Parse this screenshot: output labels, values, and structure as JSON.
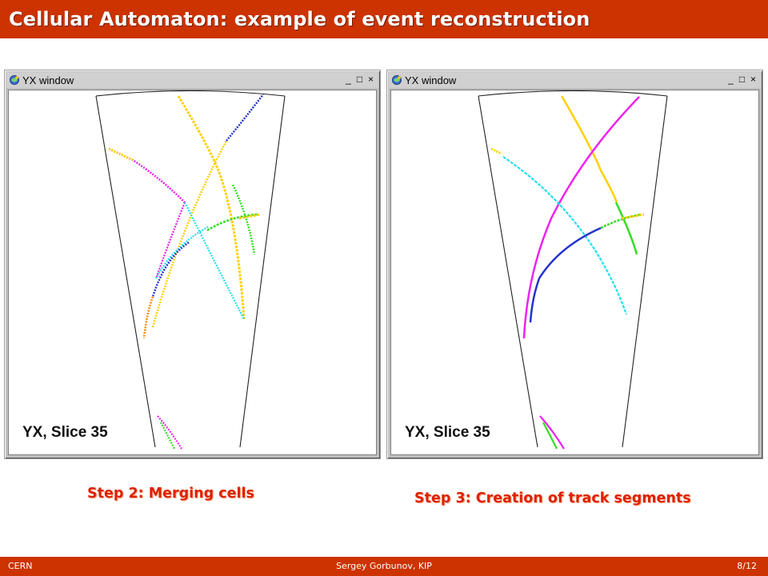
{
  "slide": {
    "title": "Cellular Automaton: example of event reconstruction"
  },
  "windows": [
    {
      "title": "YX window",
      "plot_label": "YX, Slice 35",
      "caption": "Step 2: Merging cells"
    },
    {
      "title": "YX window",
      "plot_label": "YX, Slice 35",
      "caption": "Step 3: Creation of track segments"
    }
  ],
  "window_controls": {
    "minimize": "_",
    "maximize": "□",
    "close": "×"
  },
  "footer": {
    "left": "CERN",
    "center": "Sergey Gorbunov, KIP",
    "right": "8/12"
  },
  "colors": {
    "bar": "#cc3300",
    "caption": "#dd2200",
    "yellow": "#ffd000",
    "magenta": "#ee22ee",
    "cyan": "#22e0ee",
    "blue": "#2233cc",
    "green": "#33dd22",
    "orange": "#ff8800"
  },
  "icons": {
    "window": "window-app-icon"
  }
}
